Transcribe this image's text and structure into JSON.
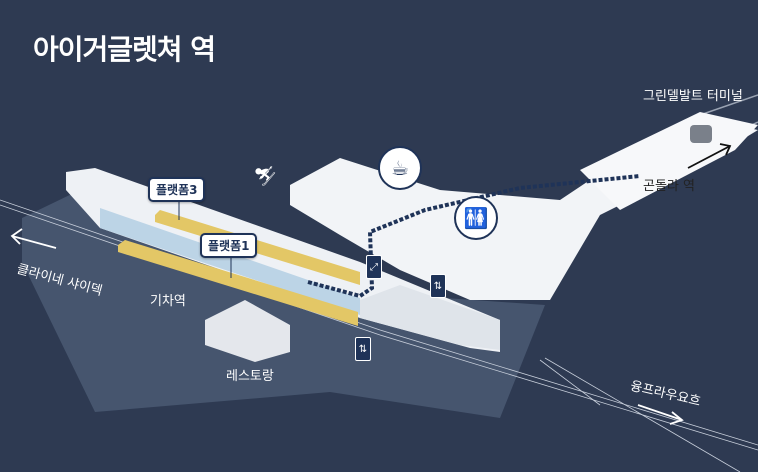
{
  "title": "아이거글렛쳐 역",
  "labels": {
    "grindelwald_terminal": "그린델발트 터미널",
    "gondola_station": "곤돌라 역",
    "platform3": "플랫폼3",
    "platform1": "플랫폼1",
    "kleine_scheidegg": "클라이네 샤이덱",
    "train_station": "기차역",
    "restaurant": "레스토랑",
    "jungfraujoch": "융프라우요흐"
  },
  "icons": {
    "cafe": "coffee-cup-icon",
    "restroom": "restroom-icon",
    "elevator": "elevator-icon",
    "escalator": "escalator-icon",
    "skier": "skier-icon"
  },
  "colors": {
    "background": "#2e3a52",
    "ground": "#46556e",
    "building": "#eef1f5",
    "train": "#e3c766",
    "route": "#1f3358",
    "glass": "#bcd4e6"
  }
}
